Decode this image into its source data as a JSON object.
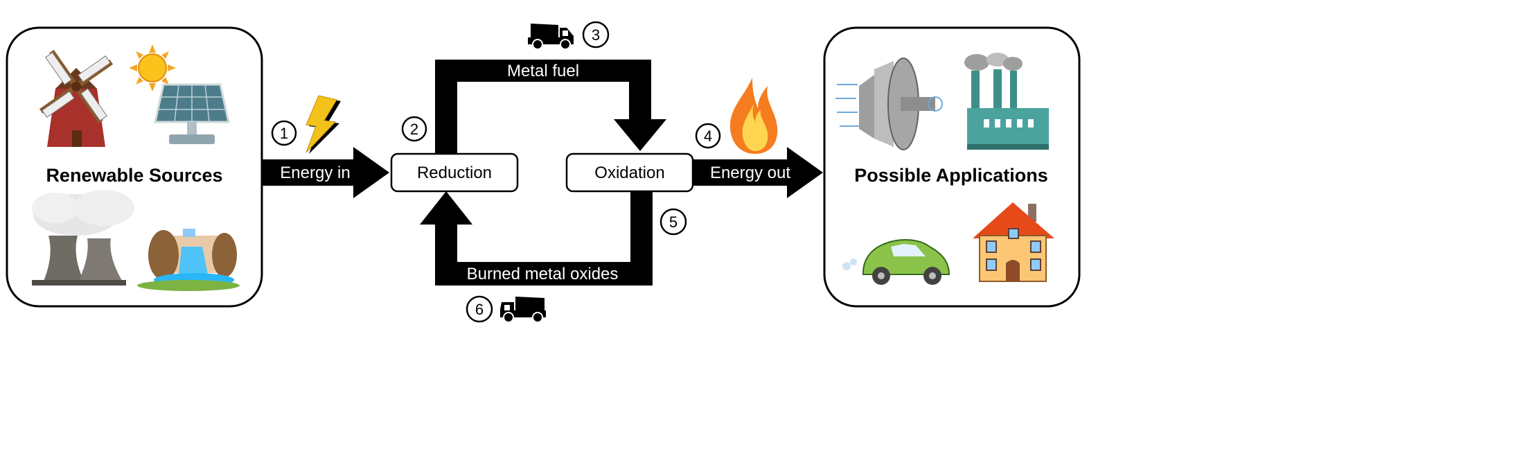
{
  "left_panel": {
    "title": "Renewable Sources",
    "icons": [
      "windmill-icon",
      "sun-icon",
      "solar-panel-icon",
      "cooling-tower-icon",
      "hydro-dam-icon"
    ]
  },
  "right_panel": {
    "title": "Possible Applications",
    "icons": [
      "turbine-icon",
      "factory-icon",
      "car-icon",
      "house-icon"
    ]
  },
  "steps": {
    "one": "1",
    "two": "2",
    "three": "3",
    "four": "4",
    "five": "5",
    "six": "6"
  },
  "arrows": {
    "energy_in": "Energy in",
    "energy_out": "Energy out",
    "metal_fuel": "Metal fuel",
    "burned_oxides": "Burned metal oxides"
  },
  "nodes": {
    "reduction": "Reduction",
    "oxidation": "Oxidation"
  },
  "colors": {
    "arrow": "#000000",
    "bolt": "#f2c21a",
    "flame": "#f39a1e",
    "text": "#000000"
  }
}
